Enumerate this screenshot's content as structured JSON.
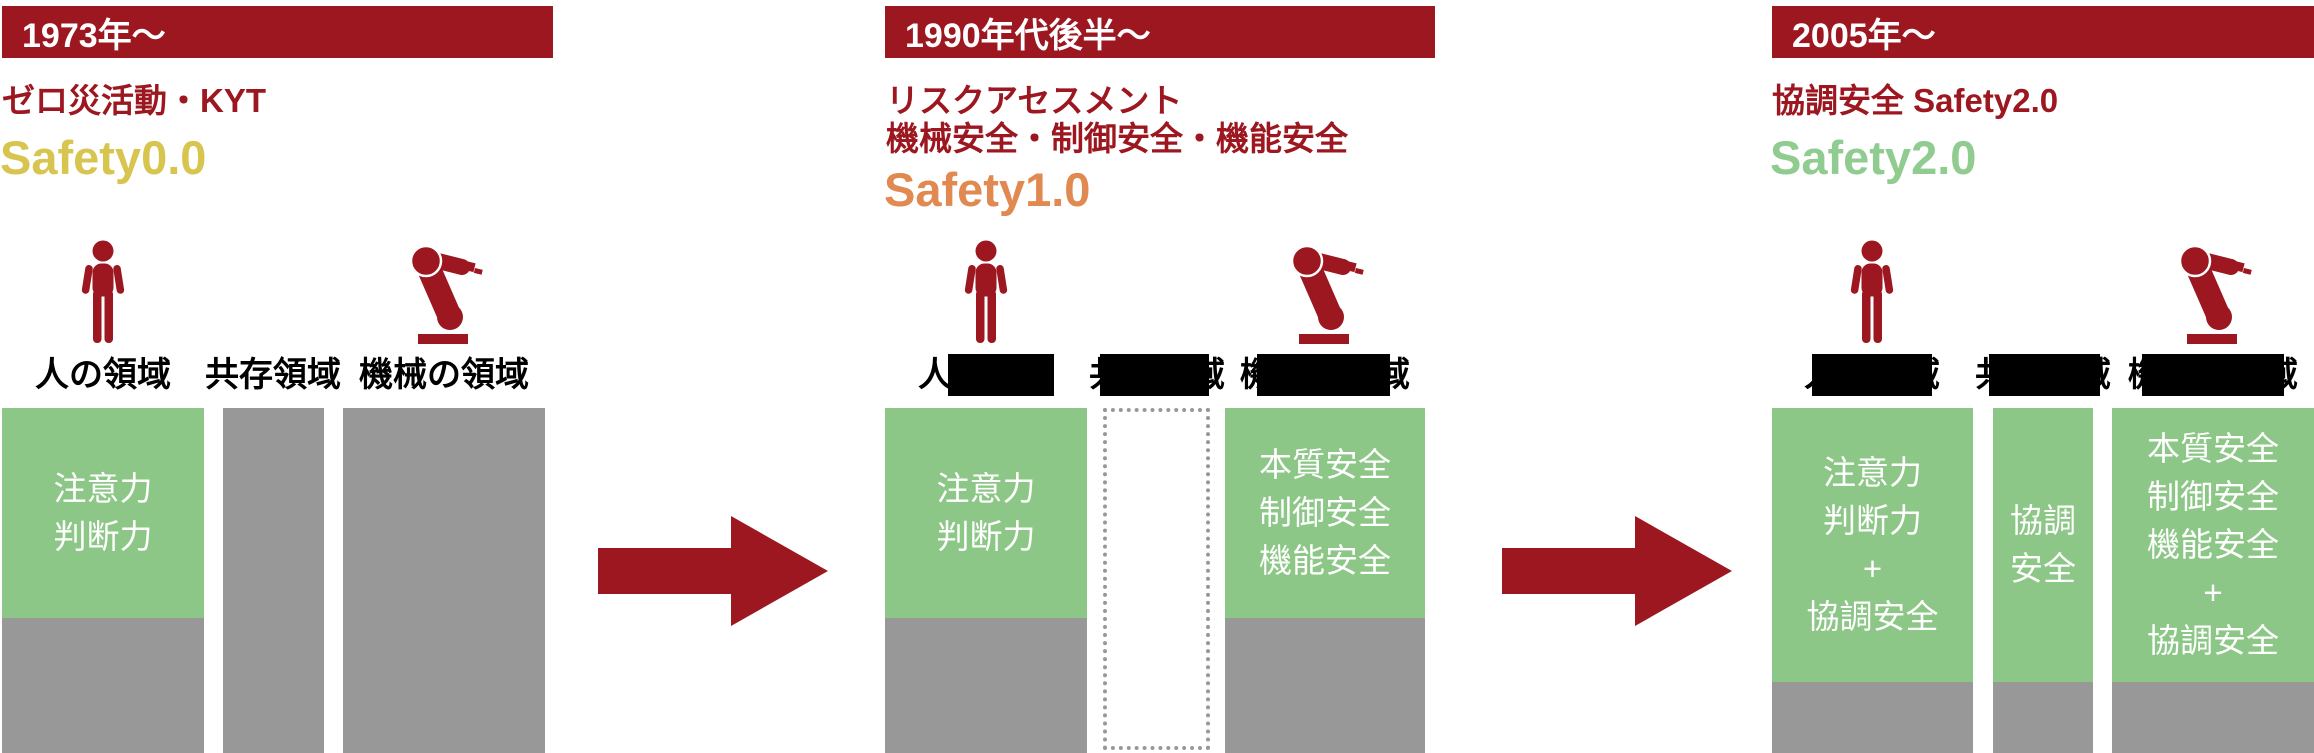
{
  "diagram": {
    "kind": "safety-evolution-timeline",
    "colors": {
      "dark_red": "#9C1720",
      "column_green": "#8DC787",
      "column_gray": "#989898",
      "safety0_yellow": "#D7C550",
      "safety1_orange": "#E08950",
      "safety2_green": "#90CB8F",
      "label_black": "#000000",
      "text_white": "#ffffff"
    },
    "icons": {
      "human": "person-icon",
      "machine": "robot-arm-icon",
      "transition": "arrow-right-icon"
    }
  },
  "panels": [
    {
      "era": "1973年〜",
      "heading_lines": [
        "ゼロ災活動・KYT"
      ],
      "safety_label": "Safety0.0",
      "safety_color": "#D7C550",
      "zones": [
        {
          "label": "人の領域",
          "redacted": false
        },
        {
          "label": "共存領域",
          "redacted": false
        },
        {
          "label": "機械の領域",
          "redacted": false
        }
      ],
      "columns": [
        {
          "zone": "human",
          "text": "注意力\n判断力"
        },
        {
          "zone": "coexistence",
          "text": ""
        },
        {
          "zone": "machine",
          "text": ""
        }
      ]
    },
    {
      "era": "1990年代後半〜",
      "heading_lines": [
        "リスクアセスメント",
        "機械安全・制御安全・機能安全"
      ],
      "safety_label": "Safety1.0",
      "safety_color": "#E08950",
      "zones": [
        {
          "label": "人の領域",
          "redacted": true
        },
        {
          "label": "共存領域",
          "redacted": true
        },
        {
          "label": "機械の領域",
          "redacted": true
        }
      ],
      "columns": [
        {
          "zone": "human",
          "text": "注意力\n判断力"
        },
        {
          "zone": "coexistence",
          "text": ""
        },
        {
          "zone": "machine",
          "text": "本質安全\n制御安全\n機能安全"
        }
      ]
    },
    {
      "era": "2005年〜",
      "heading_lines": [
        "協調安全 Safety2.0"
      ],
      "safety_label": "Safety2.0",
      "safety_color": "#90CB8F",
      "zones": [
        {
          "label": "人の領域",
          "redacted": true
        },
        {
          "label": "共存領域",
          "redacted": true
        },
        {
          "label": "機械の領域",
          "redacted": true
        }
      ],
      "columns": [
        {
          "zone": "human",
          "text": "注意力\n判断力\n+\n協調安全"
        },
        {
          "zone": "coexistence",
          "text": "協調\n安全"
        },
        {
          "zone": "machine",
          "text": "本質安全\n制御安全\n機能安全\n+\n協調安全"
        }
      ]
    }
  ]
}
